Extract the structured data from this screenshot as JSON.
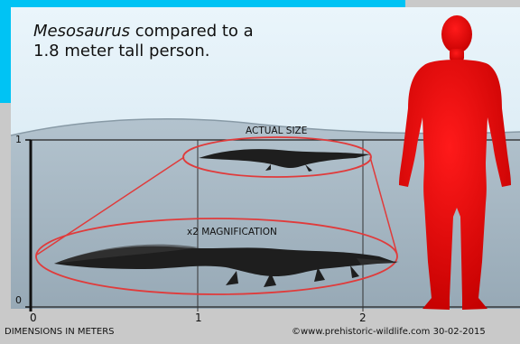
{
  "title": {
    "italic": "Mesosaurus",
    "line1_rest": " compared to a",
    "line2": "1.8 meter tall person."
  },
  "labels": {
    "actual_size": "ACTUAL SIZE",
    "magnification": "x2 MAGNIFICATION"
  },
  "y_axis": {
    "ticks": [
      "1",
      "0"
    ]
  },
  "x_axis": {
    "ticks": [
      "0",
      "1",
      "2"
    ],
    "label": "DIMENSIONS IN METERS"
  },
  "credit": "©www.prehistoric-wildlife.com 30-02-2015",
  "colors": {
    "sky": "#d3e8f4",
    "water": "#9fb2bf",
    "cyan_accent": "#00c3f4",
    "person": "#e00000",
    "highlight": "#e03b3b",
    "silhouette": "#1e1e1e"
  }
}
